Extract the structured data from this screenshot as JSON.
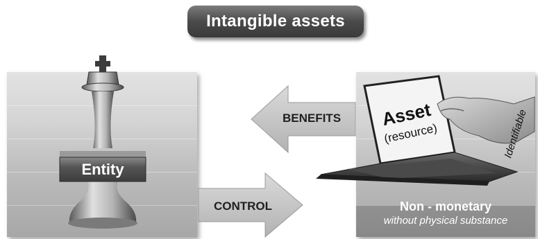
{
  "title": "Intangible assets",
  "entity": {
    "label": "Entity"
  },
  "arrows": {
    "benefits": "BENEFITS",
    "control": "CONTROL"
  },
  "asset": {
    "title": "Asset",
    "subtitle": "(resource)",
    "identifiable": "Identifiable",
    "non_monetary": "Non - monetary",
    "physical": "without physical substance"
  },
  "icons": [
    "chess-king-icon",
    "laptop-icon",
    "hand-icon",
    "left-arrow-icon",
    "right-arrow-icon"
  ],
  "colors": {
    "pill_dark": "#3a3a3a",
    "pill_light": "#7c7c7c",
    "arrow_fill": "#c4c4c4",
    "panel_light": "#e2e2e2",
    "panel_dark": "#a7a7a7",
    "text_light": "#ffffff"
  }
}
